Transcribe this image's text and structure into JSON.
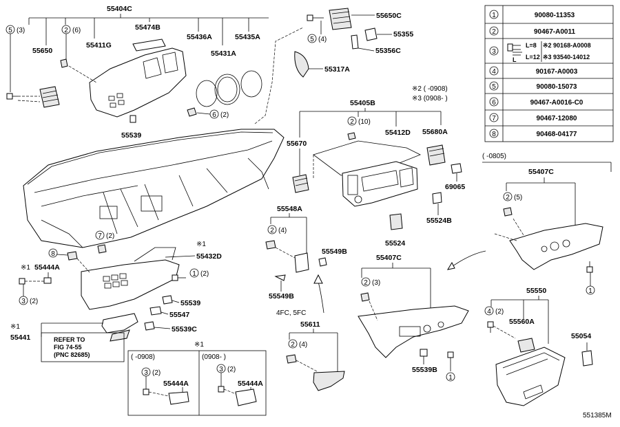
{
  "diagram_code": "551385M",
  "legend": [
    {
      "key": "1",
      "part": "90080-11353"
    },
    {
      "key": "2",
      "part": "90467-A0011"
    },
    {
      "key": "3",
      "l8": "L=8",
      "l12": "L=12",
      "s2": "※2 90168-A0008",
      "s3": "※3 93540-14012",
      "lbl": "L"
    },
    {
      "key": "4",
      "part": "90167-A0003"
    },
    {
      "key": "5",
      "part": "90080-15073"
    },
    {
      "key": "6",
      "part": "90467-A0016-C0"
    },
    {
      "key": "7",
      "part": "90467-12080"
    },
    {
      "key": "8",
      "part": "90468-04177"
    }
  ],
  "notes": {
    "n2": "※2 (    -0908)",
    "n3": "※3 (0908-      )",
    "n0805": "(    -0805)",
    "fc": "4FC, 5FC",
    "box_left": "(    -0908)",
    "box_right": "(0908-      )",
    "star1": "※1",
    "refer1": "REFER TO",
    "refer2": "FIG 74-55",
    "refer3": "(PNC 82685)"
  },
  "parts": {
    "p55404C": "55404C",
    "p55474B": "55474B",
    "p55650": "55650",
    "p55411G": "55411G",
    "p55436A": "55436A",
    "p55431A": "55431A",
    "p55435A": "55435A",
    "p55539": "55539",
    "p55650C": "55650C",
    "p55355": "55355",
    "p55356C": "55356C",
    "p55317A": "55317A",
    "p55405B": "55405B",
    "p55670": "55670",
    "p55412D": "55412D",
    "p55680A": "55680A",
    "p69065": "69065",
    "p55524B": "55524B",
    "p55524": "55524",
    "p55407C_r": "55407C",
    "p55548A": "55548A",
    "p55549B_a": "55549B",
    "p55549B_b": "55549B",
    "p55407C_m": "55407C",
    "p55432D": "55432D",
    "p55444A": "55444A",
    "p55539_b": "55539",
    "p55547": "55547",
    "p55539C": "55539C",
    "p55441": "55441",
    "p55611": "55611",
    "p55539B": "55539B",
    "p55550": "55550",
    "p55560A": "55560A",
    "p55054": "55054",
    "p55444A_l": "55444A",
    "p55444A_r": "55444A"
  },
  "callouts": {
    "c5_3": "(3)",
    "c2_6": "(6)",
    "c6_2": "(2)",
    "c5_4": "(4)",
    "c2_10": "(10)",
    "c2_5": "(5)",
    "c2_4a": "(4)",
    "c7_2": "(2)",
    "c1_2": "(2)",
    "c3_2a": "(2)",
    "c2_3": "(3)",
    "c2_4b": "(4)",
    "c4_2": "(2)",
    "c3_2b": "(2)",
    "c3_2c": "(2)"
  }
}
